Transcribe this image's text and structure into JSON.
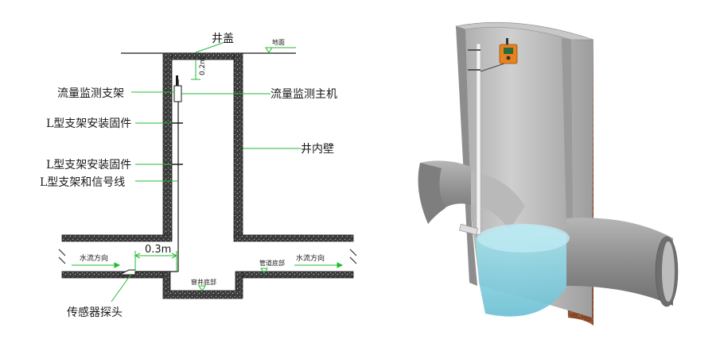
{
  "left_diagram": {
    "labels": {
      "well_cover": "井盖",
      "ground": "地面",
      "mount_bracket": "流量监测支架",
      "host_unit": "流量监测主机",
      "l_bracket_fixing_1": "L型支架安装固件",
      "l_bracket_fixing_2": "L型支架安装固件",
      "inner_wall": "井内壁",
      "l_bracket_signal_line": "L型支架和信号线",
      "flow_direction_left": "水流方向",
      "flow_direction_right": "水流方向",
      "pipe_bottom": "管道底部",
      "well_bottom": "窨井底部",
      "sensor_probe": "传感器探头"
    },
    "dimensions": {
      "top_gap": "0.2m",
      "probe_distance": "0.3m"
    }
  },
  "right_illustration": {
    "device_color": "#e8821e",
    "water_color": "#8fd3e0",
    "pipe_color": "#9c9c9c",
    "brick_color": "#8a4a2c"
  },
  "colors": {
    "accent_green": "#22bb33",
    "line": "#1a1a1a",
    "wall_fill": "#555555"
  }
}
